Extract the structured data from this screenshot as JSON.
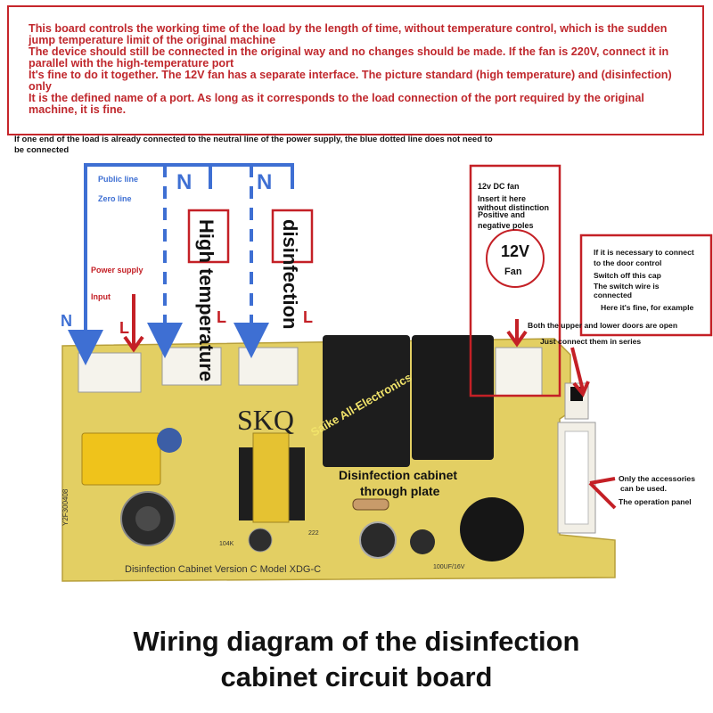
{
  "notice": {
    "lines": [
      "This board controls the working time of the load by the length of time, without temperature control, which is the sudden jump temperature limit of the original machine",
      "The device should still be connected in the original way and no changes should be made. If the fan is 220V, connect it in parallel with the high-temperature port",
      "It's fine to do it together. The 12V fan has a separate interface. The picture standard (high temperature) and (disinfection) only",
      "It is the defined name of a port. As long as it corresponds to the load connection of the port required by the original machine, it is fine."
    ]
  },
  "neutral_note": "If one end of the load is already connected to the neutral line of the power supply, the blue dotted line does not need to be connected",
  "wires": {
    "public_line": "Public line",
    "zero_line": "Zero line",
    "power_supply": "Power supply",
    "input": "Input",
    "n_left": "N",
    "l_left": "L",
    "n_top1": "N",
    "n_top2": "N",
    "l_high": "L",
    "l_disinf": "L",
    "high_temperature": "High temperature",
    "disinfection": "disinfection"
  },
  "fan_box": {
    "line1": "12v DC fan",
    "line2": "Insert it here",
    "line3": "without distinction",
    "line4": "Positive and",
    "line5": "negative poles",
    "circle_top": "12V",
    "circle_bottom": "Fan"
  },
  "door_box": {
    "line1": "If it is necessary to connect",
    "line2": "to the door control",
    "line3": "Switch off this cap",
    "line4": "The switch wire is",
    "line5": "connected",
    "line6": "Here it's fine, for example",
    "line7": "Both the upper and lower doors are open",
    "line8": "Just connect them in series"
  },
  "panel_note": {
    "line1": "Only the accessories",
    "line2": "can be used.",
    "line3": "The operation panel"
  },
  "board": {
    "skq": "SKQ",
    "watermark": "Saike All-Electronics",
    "center1": "Disinfection cabinet",
    "center2": "through plate",
    "version": "Disinfection Cabinet Version C Model XDG-C",
    "cap_code": "104K",
    "res_code": "222",
    "side_code": "Y2F300408",
    "cap2": "100UF/16V"
  },
  "footer": {
    "line1": "Wiring diagram of the disinfection",
    "line2": "cabinet circuit board"
  },
  "colors": {
    "notice_red": "#c0282d",
    "wire_blue": "#3e6fd3",
    "arrow_red": "#c42026",
    "board_yellow": "#e5d46b"
  }
}
